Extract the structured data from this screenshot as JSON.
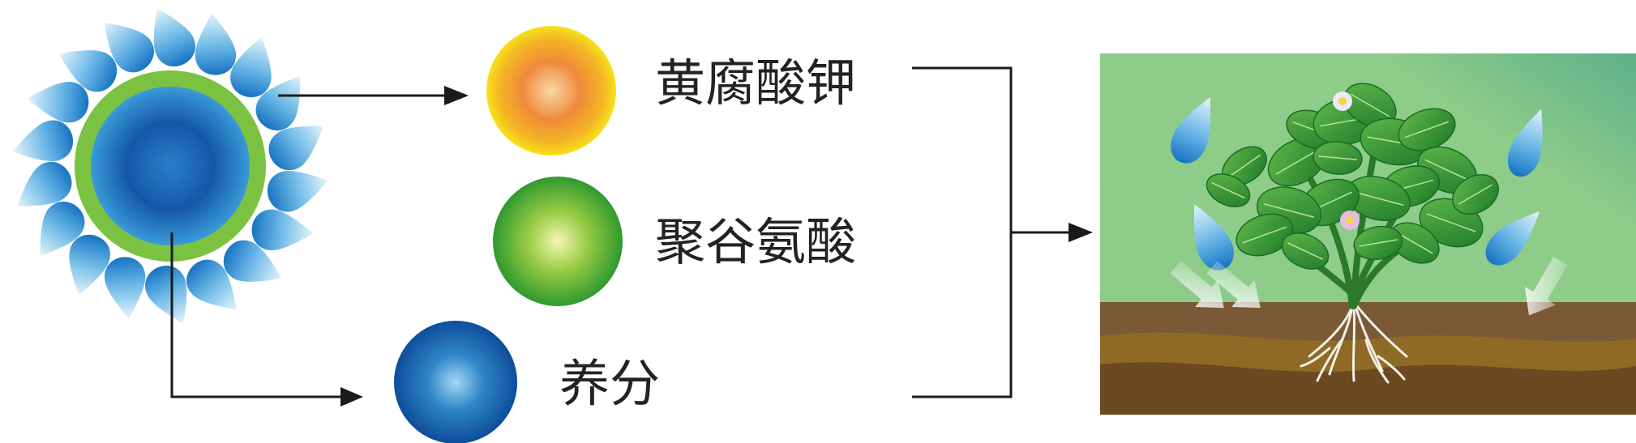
{
  "labels": {
    "humic": "黄腐酸钾",
    "glutamic": "聚谷氨酸",
    "nutrient": "养分"
  },
  "colors": {
    "line": "#1a1a1a",
    "humic_center": "#f6c9a0",
    "humic_mid": "#f08a3a",
    "humic_edge": "#f7e21a",
    "glutamic_center": "#f6f7b0",
    "glutamic_mid": "#8fc63e",
    "glutamic_edge": "#2e9a2e",
    "nutrient_center": "#9fd4f2",
    "nutrient_mid": "#2f86c8",
    "nutrient_edge": "#0d4d9a",
    "core_ring": "#7cc242",
    "droplet_light": "#d7eef9",
    "droplet_dark": "#1e7fc8",
    "sky": "#8dcb8b",
    "soil_top": "#7a5a36",
    "soil_band": "#8f6a24",
    "soil_bottom": "#6b4a22"
  }
}
